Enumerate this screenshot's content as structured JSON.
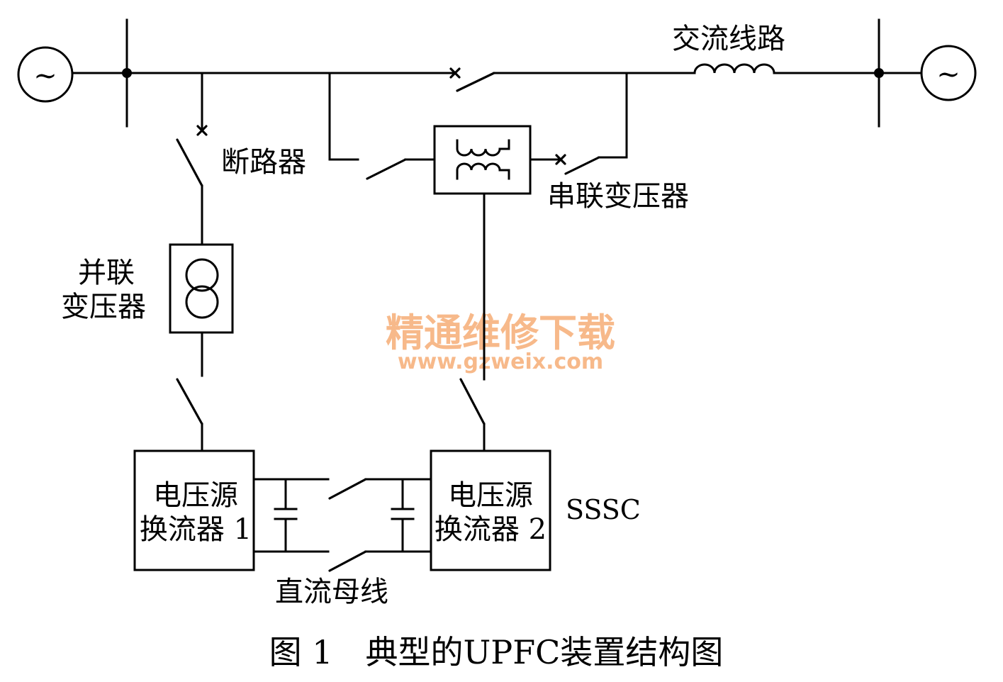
{
  "labels": {
    "ac_line": "交流线路",
    "breaker": "断路器",
    "series_transformer": "串联变压器",
    "shunt_transformer_line1": "并联",
    "shunt_transformer_line2": "变压器",
    "converter1_line1": "电压源",
    "converter1_line2": "换流器 1",
    "converter2_line1": "电压源",
    "converter2_line2": "换流器 2",
    "sssc": "SSSC",
    "dc_bus": "直流母线",
    "caption": "图 1　典型的UPFC装置结构图",
    "source_symbol_left": "~",
    "source_symbol_right": "~"
  },
  "watermark": {
    "title": "精通维修下载",
    "url": "www.gzweix.com",
    "color": "#f7b98a"
  }
}
